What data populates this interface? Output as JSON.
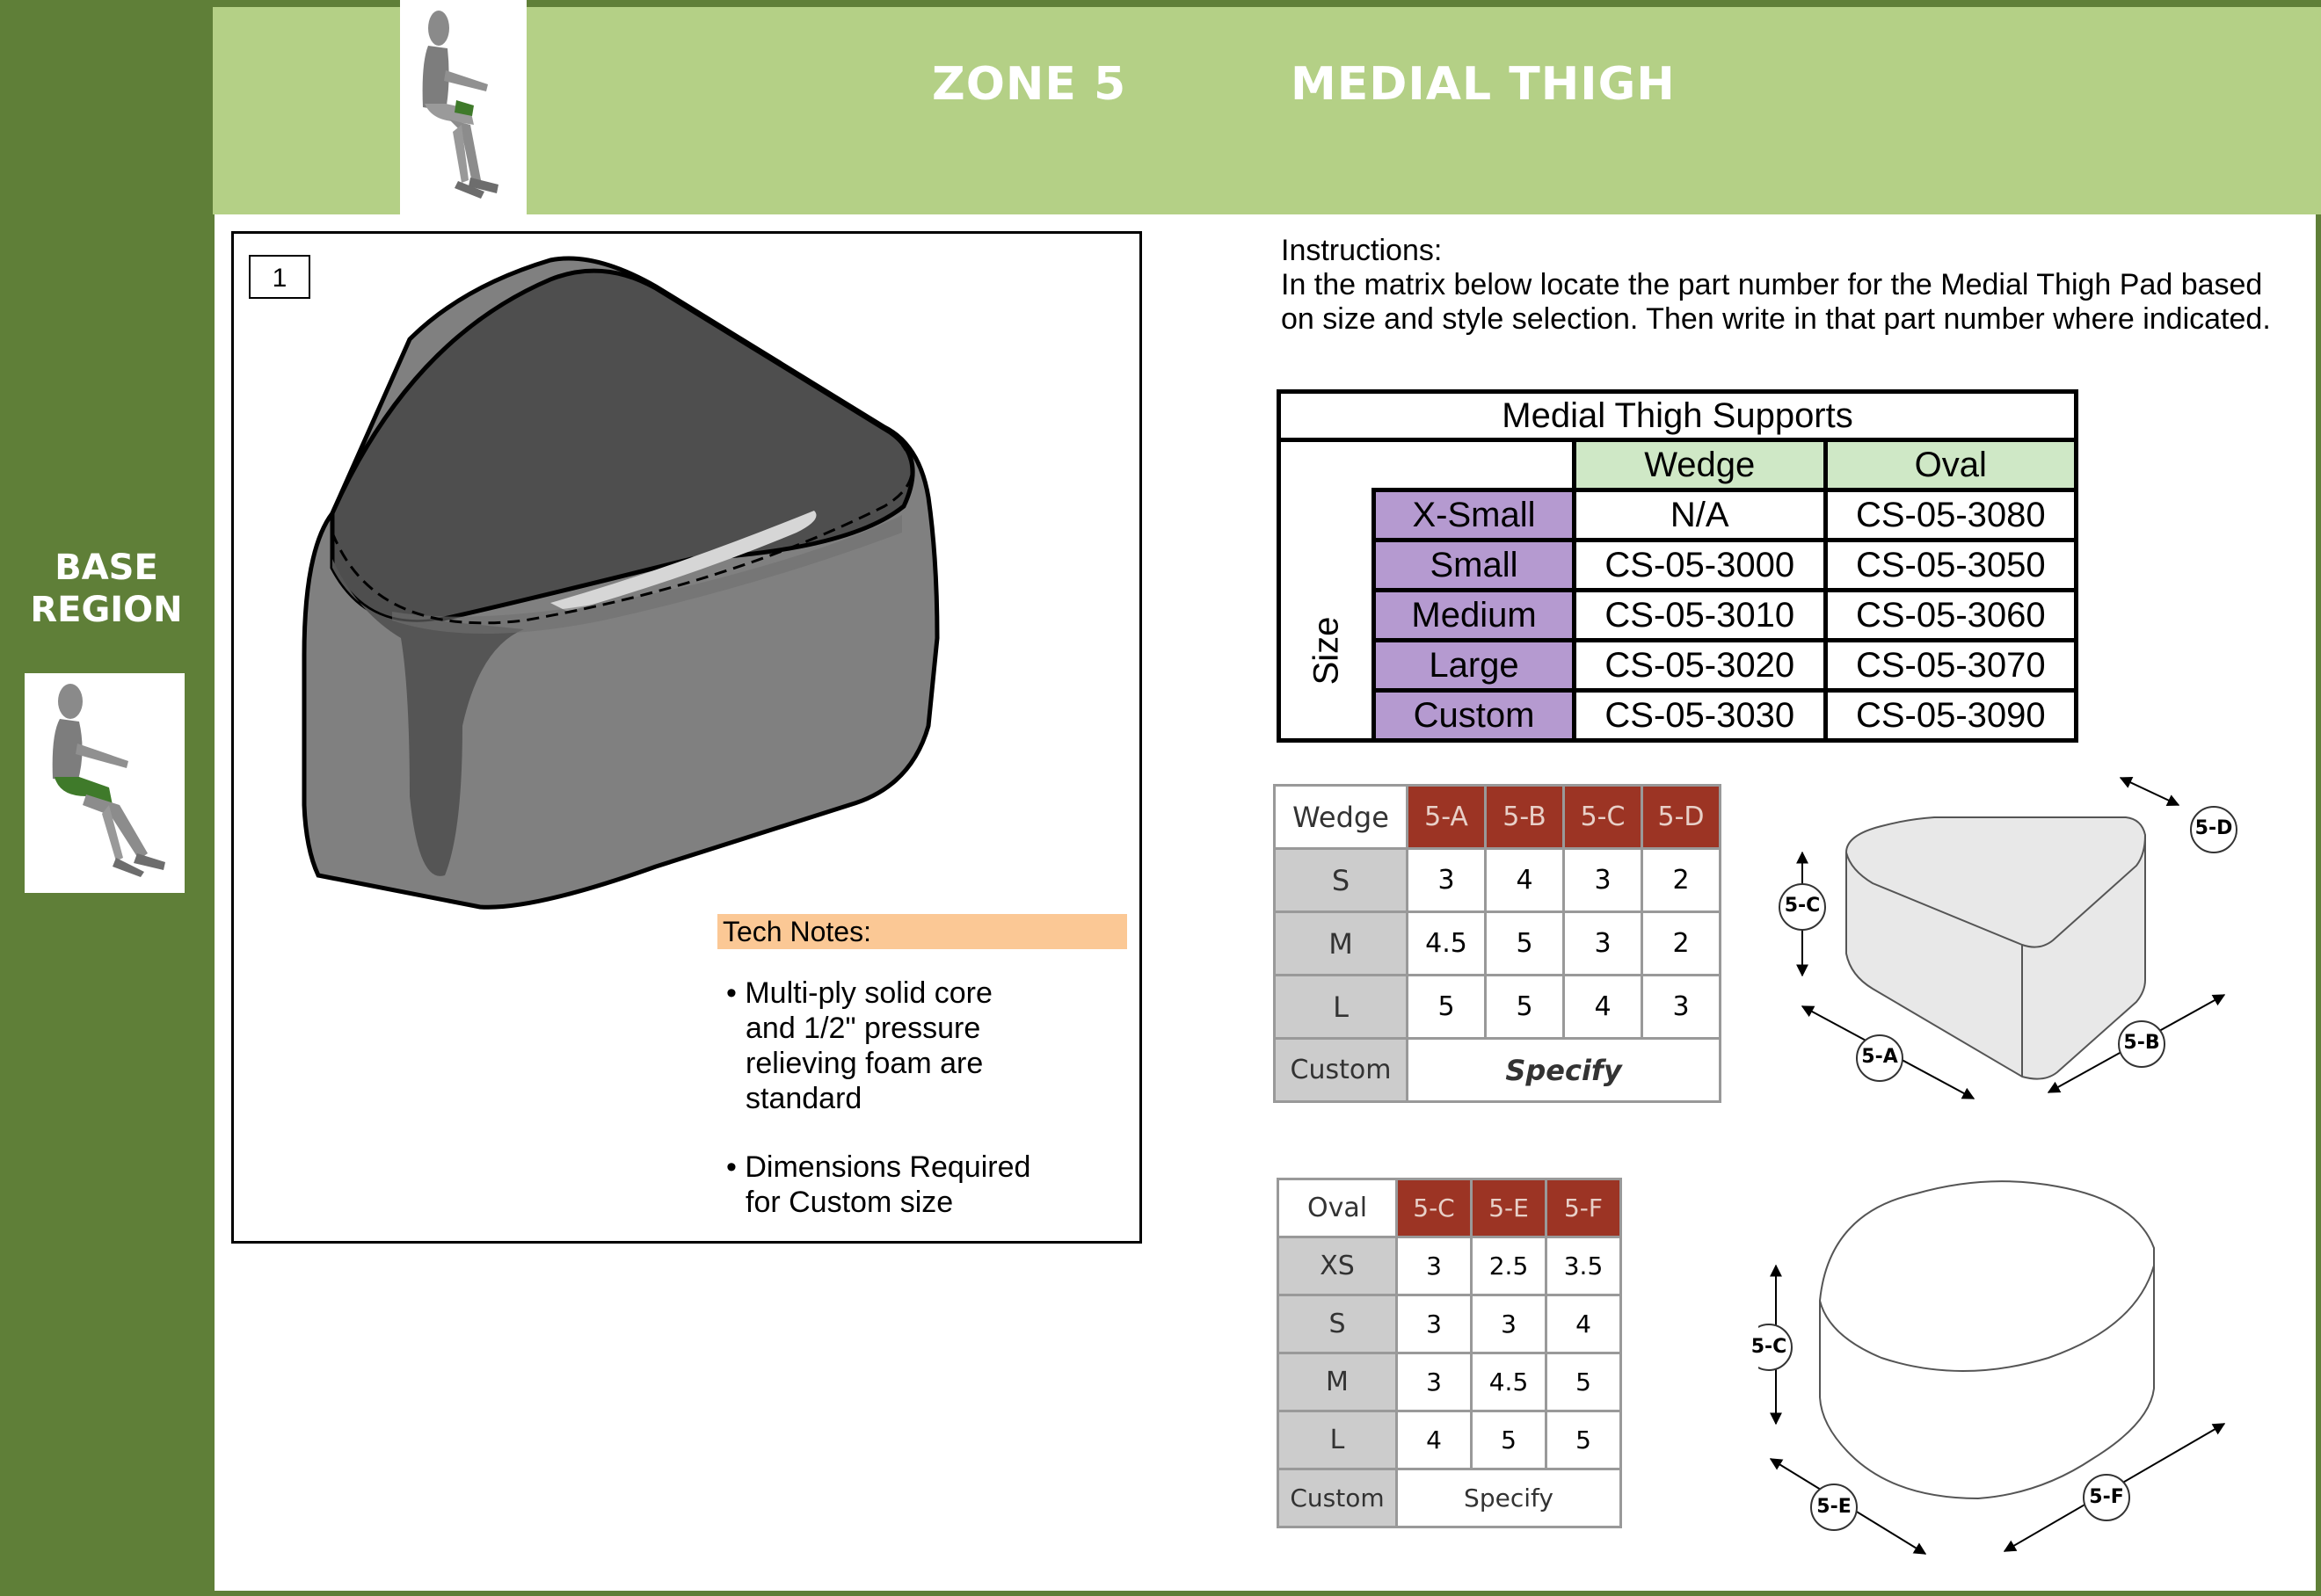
{
  "header": {
    "sidebar_label_line1": "BASE",
    "sidebar_label_line2": "REGION",
    "zone": "ZONE 5",
    "zone_title": "MEDIAL THIGH"
  },
  "figure": {
    "number": "1"
  },
  "tech_notes": {
    "title": "Tech Notes:",
    "note1": [
      "• Multi-ply solid core",
      "and 1/2\" pressure",
      "relieving foam are",
      "standard"
    ],
    "note2": [
      "• Dimensions Required",
      "for Custom size"
    ]
  },
  "instructions": {
    "label": "Instructions:",
    "text": "In the matrix below locate the part number for the Medial Thigh Pad based on size and style selection. Then write in that part number where indicated."
  },
  "supports_table": {
    "title": "Medial Thigh Supports",
    "size_label": "Size",
    "columns": [
      "Wedge",
      "Oval"
    ],
    "rows": [
      {
        "size": "X-Small",
        "wedge": "N/A",
        "oval": "CS-05-3080"
      },
      {
        "size": "Small",
        "wedge": "CS-05-3000",
        "oval": "CS-05-3050"
      },
      {
        "size": "Medium",
        "wedge": "CS-05-3010",
        "oval": "CS-05-3060"
      },
      {
        "size": "Large",
        "wedge": "CS-05-3020",
        "oval": "CS-05-3070"
      },
      {
        "size": "Custom",
        "wedge": "CS-05-3030",
        "oval": "CS-05-3090"
      }
    ]
  },
  "wedge_dims": {
    "label": "Wedge",
    "columns": [
      "5-A",
      "5-B",
      "5-C",
      "5-D"
    ],
    "rows": [
      {
        "size": "S",
        "values": [
          "3",
          "4",
          "3",
          "2"
        ]
      },
      {
        "size": "M",
        "values": [
          "4.5",
          "5",
          "3",
          "2"
        ]
      },
      {
        "size": "L",
        "values": [
          "5",
          "5",
          "4",
          "3"
        ]
      }
    ],
    "custom_label": "Custom",
    "custom_value": "Specify"
  },
  "oval_dims": {
    "label": "Oval",
    "columns": [
      "5-C",
      "5-E",
      "5-F"
    ],
    "rows": [
      {
        "size": "XS",
        "values": [
          "3",
          "2.5",
          "3.5"
        ]
      },
      {
        "size": "S",
        "values": [
          "3",
          "3",
          "4"
        ]
      },
      {
        "size": "M",
        "values": [
          "3",
          "4.5",
          "5"
        ]
      },
      {
        "size": "L",
        "values": [
          "4",
          "5",
          "5"
        ]
      }
    ],
    "custom_label": "Custom",
    "custom_value": "Specify"
  },
  "wedge_diagram_labels": {
    "a": "5-A",
    "b": "5-B",
    "c": "5-C",
    "d": "5-D"
  },
  "oval_diagram_labels": {
    "c": "5-C",
    "e": "5-E",
    "f": "5-F"
  },
  "colors": {
    "sidebar_green": "#5f7f38",
    "header_green": "#b4d086",
    "column_header_green": "#cfe8c6",
    "size_purple": "#b59ad0",
    "dim_header_red": "#9c3424",
    "row_label_gray": "#cccccc",
    "tech_notes_orange": "#fbc895"
  }
}
